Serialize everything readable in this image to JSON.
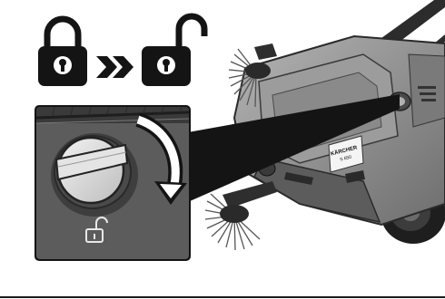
{
  "illustration": {
    "steps": [
      {
        "icon": "lock-closed-icon",
        "state": "locked"
      },
      {
        "icon": "double-chevron-right-icon",
        "state": "transition"
      },
      {
        "icon": "lock-open-icon",
        "state": "unlocked"
      }
    ],
    "detail_icon": "lock-open-small-icon",
    "rotation_arrow": "clockwise-arrow-icon",
    "brand_label": {
      "line1": "KÄRCHER",
      "line2": "S 650"
    }
  },
  "colors": {
    "icon_dark": "#141414",
    "panel_bg": "#5a5a5a",
    "machine_body": "#8f8f8f",
    "machine_dark": "#3a3a3a"
  }
}
